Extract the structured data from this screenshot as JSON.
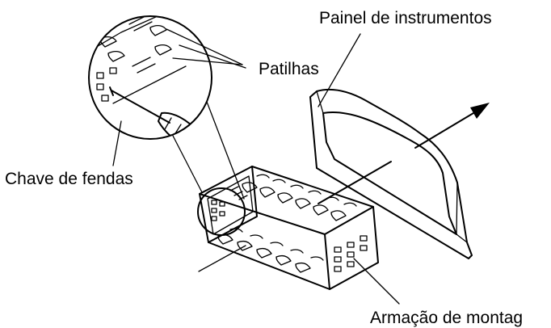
{
  "labels": {
    "dashboard": "Painel de instrumentos",
    "tabs": "Patilhas",
    "screwdriver": "Chave de fendas",
    "mounting_frame": "Armação de montag"
  },
  "icons": {
    "arrow": "arrow-icon",
    "screwdriver": "screwdriver-icon"
  }
}
